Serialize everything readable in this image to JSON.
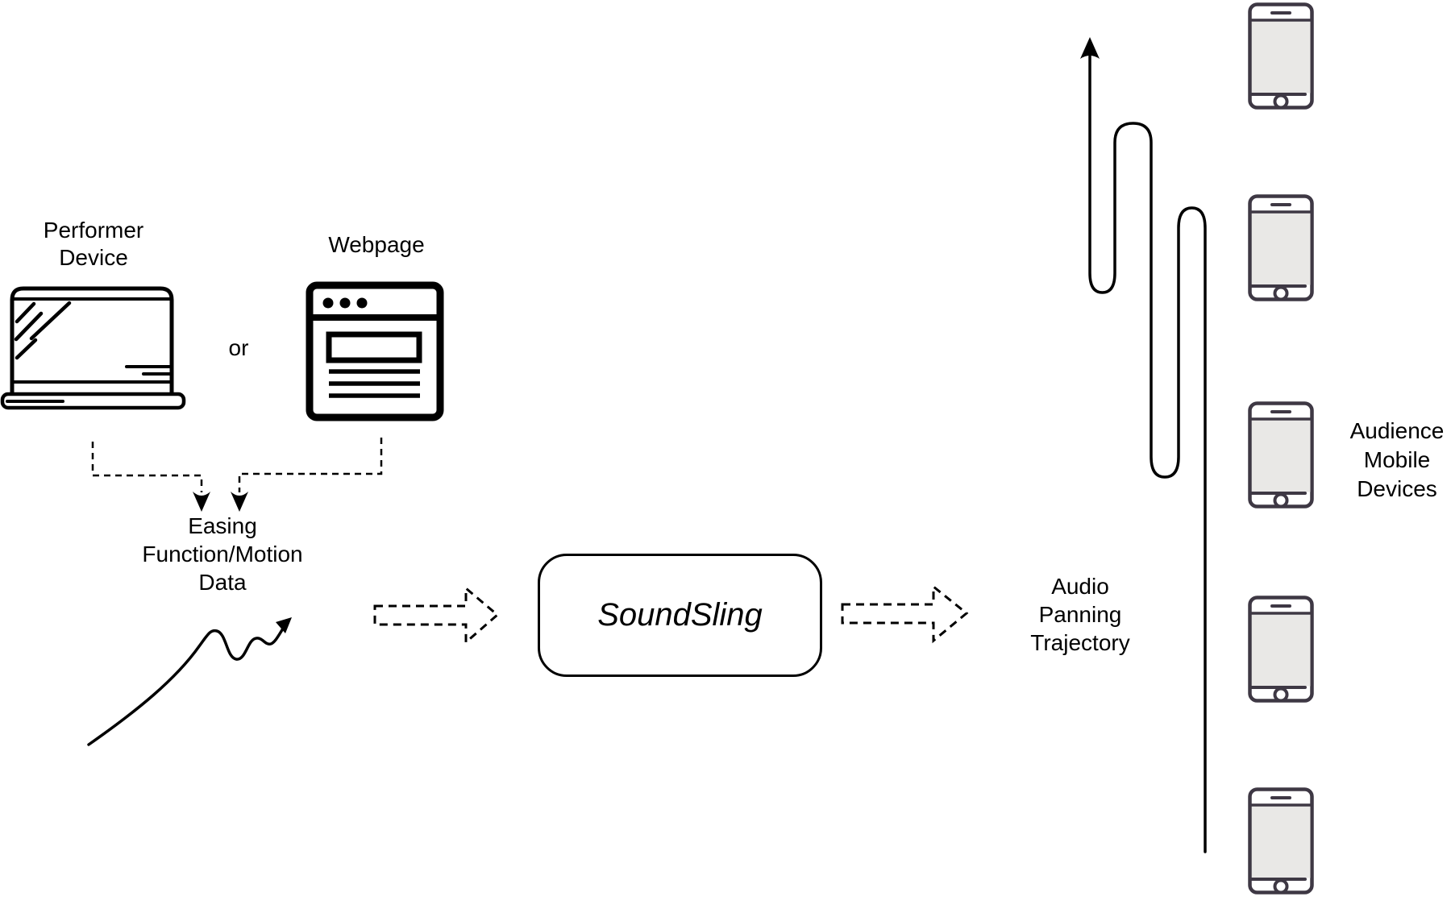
{
  "diagram": {
    "title_semantic": "SoundSling audio panning system diagram",
    "performer": {
      "label": [
        "Performer",
        "Device"
      ]
    },
    "conjunction": "or",
    "webpage": {
      "label": "Webpage"
    },
    "easing": {
      "label": [
        "Easing",
        "Function/Motion",
        "Data"
      ]
    },
    "processor": {
      "label": "SoundSling"
    },
    "output": {
      "label": [
        "Audio",
        "Panning",
        "Trajectory"
      ]
    },
    "audience": {
      "label": [
        "Audience",
        "Mobile",
        "Devices"
      ],
      "device_count": 5
    },
    "icons": {
      "performer_device": "laptop-icon",
      "webpage": "browser-window-icon",
      "easing_curve": "rising-wavy-arrow-icon",
      "flow_arrow_left": "dashed-block-arrow-icon",
      "flow_arrow_right": "dashed-block-arrow-icon",
      "trajectory": "serpentine-up-arrow-icon",
      "audience_device": "smartphone-icon"
    },
    "colors": {
      "line": "#000000",
      "phone_outline": "#3e3844",
      "phone_screen": "#e9e8e6",
      "background": "#ffffff"
    }
  }
}
